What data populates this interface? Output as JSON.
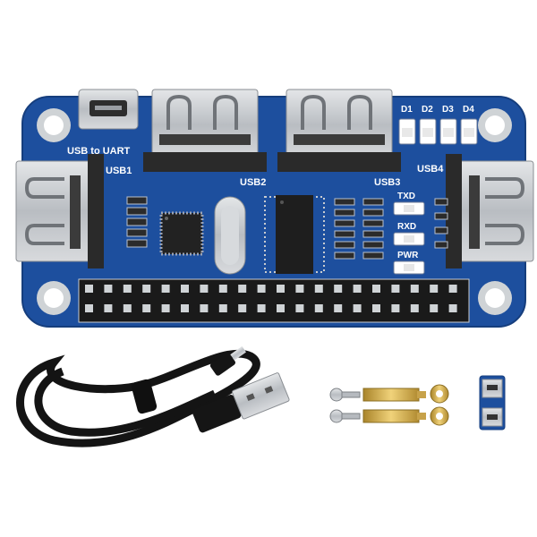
{
  "board": {
    "labels": {
      "usb_uart": "USB to UART",
      "usb1": "USB1",
      "usb2": "USB2",
      "usb3": "USB3",
      "usb4": "USB4",
      "d1": "D1",
      "d2": "D2",
      "d3": "D3",
      "d4": "D4",
      "txd": "TXD",
      "rxd": "RXD",
      "pwr": "PWR"
    },
    "colors": {
      "pcb": "#1d4f9e",
      "silk": "#ffffff",
      "metal": "#c9ccd0",
      "header": "#1a1a1a",
      "cable": "#141414",
      "brass": "#d8b34a"
    }
  },
  "accessories": {
    "items": [
      "usb-cable",
      "standoffs",
      "screws",
      "nuts",
      "usb-adapter"
    ]
  }
}
